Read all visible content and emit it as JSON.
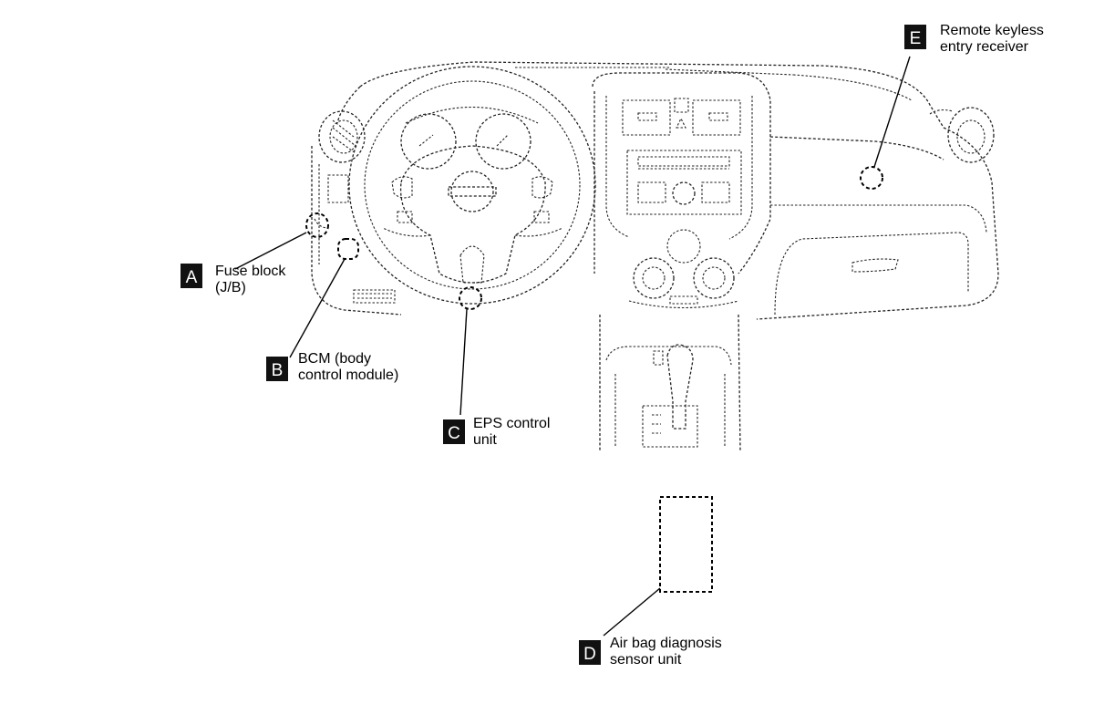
{
  "callouts": {
    "a": {
      "letter": "A",
      "line1": "Fuse block",
      "line2": "(J/B)"
    },
    "b": {
      "letter": "B",
      "line1": "BCM (body",
      "line2": "control module)"
    },
    "c": {
      "letter": "C",
      "line1": "EPS control",
      "line2": "unit"
    },
    "d": {
      "letter": "D",
      "line1": "Air bag diagnosis",
      "line2": "sensor unit"
    },
    "e": {
      "letter": "E",
      "line1": "Remote keyless",
      "line2": "entry receiver"
    }
  },
  "colors": {
    "ink": "#000000",
    "badge": "#111111",
    "background": "#ffffff"
  }
}
